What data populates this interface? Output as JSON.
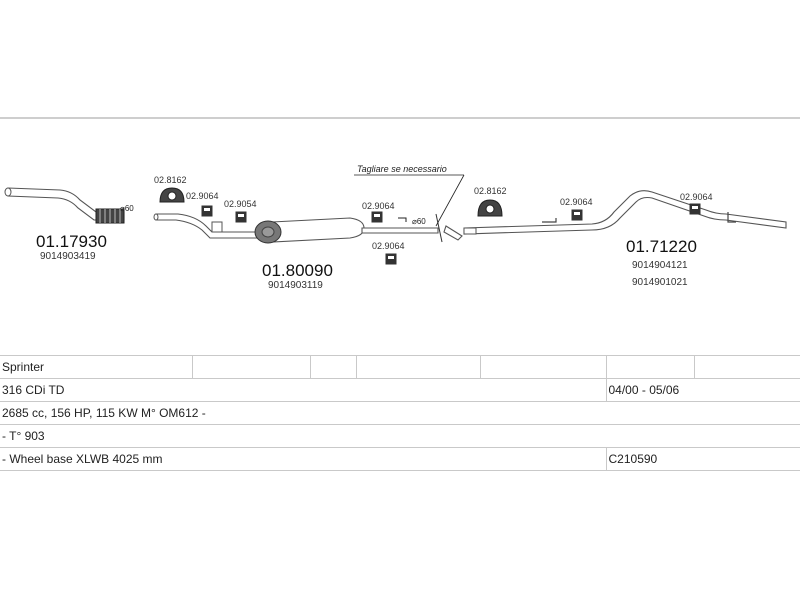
{
  "parts": {
    "front_pipe": {
      "number": "01.17930",
      "oem": [
        "9014903419"
      ]
    },
    "middle_silencer": {
      "number": "01.80090",
      "oem": [
        "9014903119"
      ]
    },
    "rear_pipe": {
      "number": "01.71220",
      "oem": [
        "9014904121",
        "9014901021"
      ]
    }
  },
  "accessories": {
    "a1": "02.8162",
    "a2": "02.9064",
    "a3": "02.9054",
    "a4": "02.9064",
    "a5": "02.9064",
    "a6": "02.8162",
    "a7": "02.9064",
    "a8": "02.9064"
  },
  "diameters": {
    "d1": "⌀60",
    "d2": "⌀60"
  },
  "cut_note": "Tagliare se necessario",
  "vehicle": {
    "model": "Sprinter",
    "version": "316 CDi TD",
    "period": "04/00 - 05/06",
    "engine": "2685 cc, 156 HP, 115 KW M° OM612 -",
    "type": "- T° 903",
    "wheelbase": "- Wheel base XLWB 4025 mm",
    "kit_code": "C210590"
  }
}
